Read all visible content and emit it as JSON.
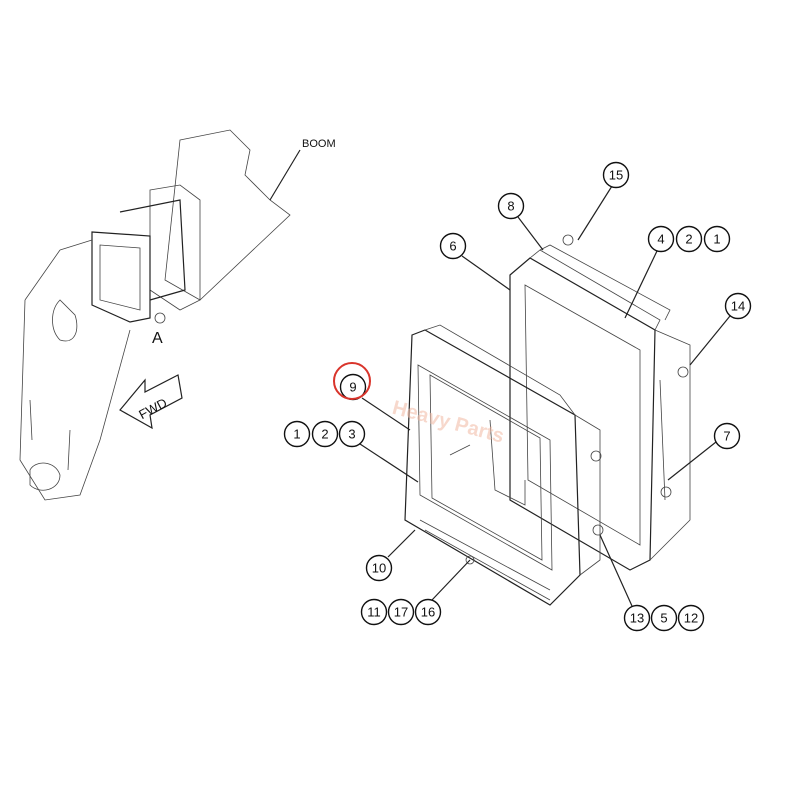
{
  "labels": {
    "boom": "BOOM",
    "view": "A",
    "fwd": "FWD"
  },
  "highlight_color": "#d9342b",
  "highlighted_callout": "9",
  "watermark": "Heavy Parts",
  "callouts": {
    "c15": "15",
    "c8": "8",
    "c6": "6",
    "c4": "4",
    "c2a": "2",
    "c1a": "1",
    "c14": "14",
    "c9": "9",
    "c1b": "1",
    "c2b": "2",
    "c3": "3",
    "c7": "7",
    "c10": "10",
    "c11": "11",
    "c17": "17",
    "c16": "16",
    "c13": "13",
    "c5": "5",
    "c12": "12"
  }
}
